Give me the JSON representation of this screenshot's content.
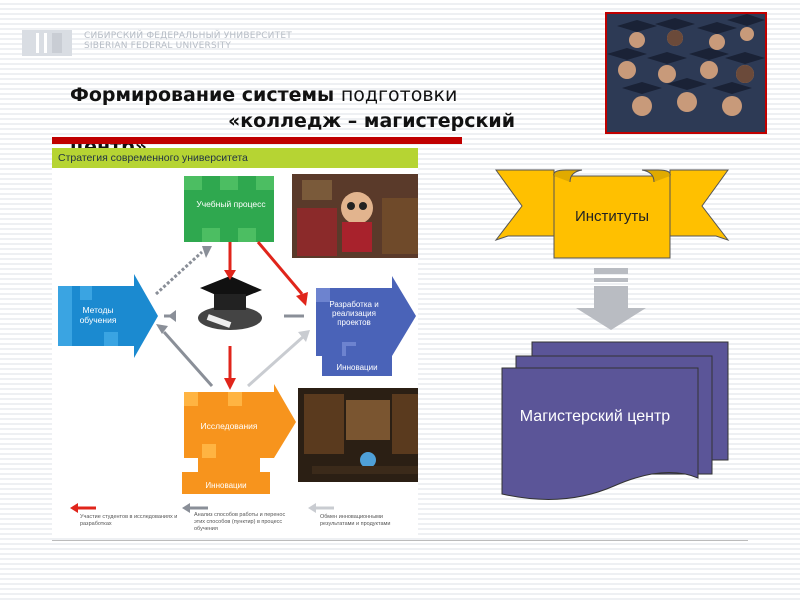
{
  "header": {
    "logo_text": [
      "СИБИРСКИЙ ФЕДЕРАЛЬНЫЙ УНИВЕРСИТЕТ",
      "SIBERIAN FEDERAL UNIVERSITY"
    ],
    "logo_mark": "[ ]"
  },
  "title": {
    "line1_bold": "Формирование системы ",
    "line1_rest": "подготовки",
    "line2": "«колледж – магистерский",
    "line3": "центр»"
  },
  "strategy": {
    "header": "Стратегия современного университета",
    "learning_process": "Учебный процесс",
    "methods": "Методы обучения",
    "projects": "Разработка и реализация проектов",
    "innovations_blue": "Инновации",
    "research": "Исследования",
    "innovations_orange": "Инновации",
    "legend": [
      {
        "color": "#e0251b",
        "text": "Участие студентов в исследованиях и разработках"
      },
      {
        "color": "#8a8f98",
        "text": "Анализ способов работы и перенос этих способов (пунктир) в процесс обучения"
      },
      {
        "color": "#c9ccd1",
        "text": "Обмен инновационными результатами и продуктами"
      }
    ]
  },
  "flow": {
    "institutes": "Институты",
    "master_center": "Магистерский центр",
    "colors": {
      "yellow": "#ffc000",
      "navy": "#5b5598",
      "arrow_grey": "#b9bcc2"
    }
  }
}
